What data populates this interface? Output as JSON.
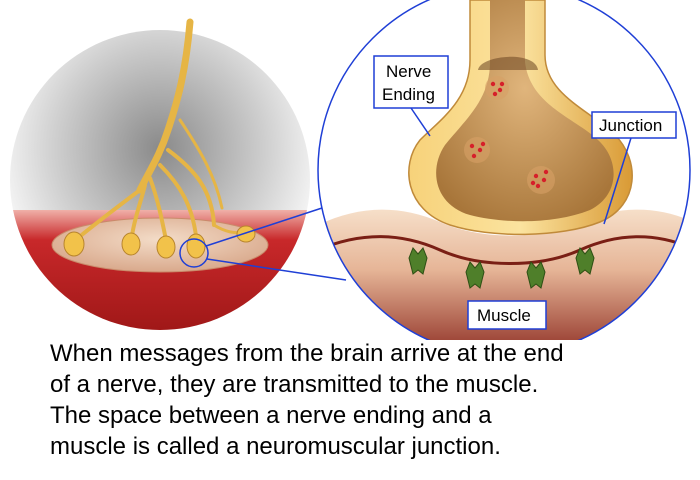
{
  "labels": {
    "nerve_ending": [
      "Nerve",
      "Ending"
    ],
    "junction": "Junction",
    "muscle": "Muscle"
  },
  "caption": [
    "When messages from the brain arrive at the end",
    "of a nerve, they are transmitted to the muscle.",
    "The space between a nerve ending and a",
    "muscle is called a neuromuscular junction."
  ],
  "colors": {
    "callout_border": "#1f3fd6",
    "nerve": "#e8b24a",
    "nerve_inner": "#b9833a",
    "muscle": "#c0282a",
    "receptor": "#4d7a2a"
  }
}
